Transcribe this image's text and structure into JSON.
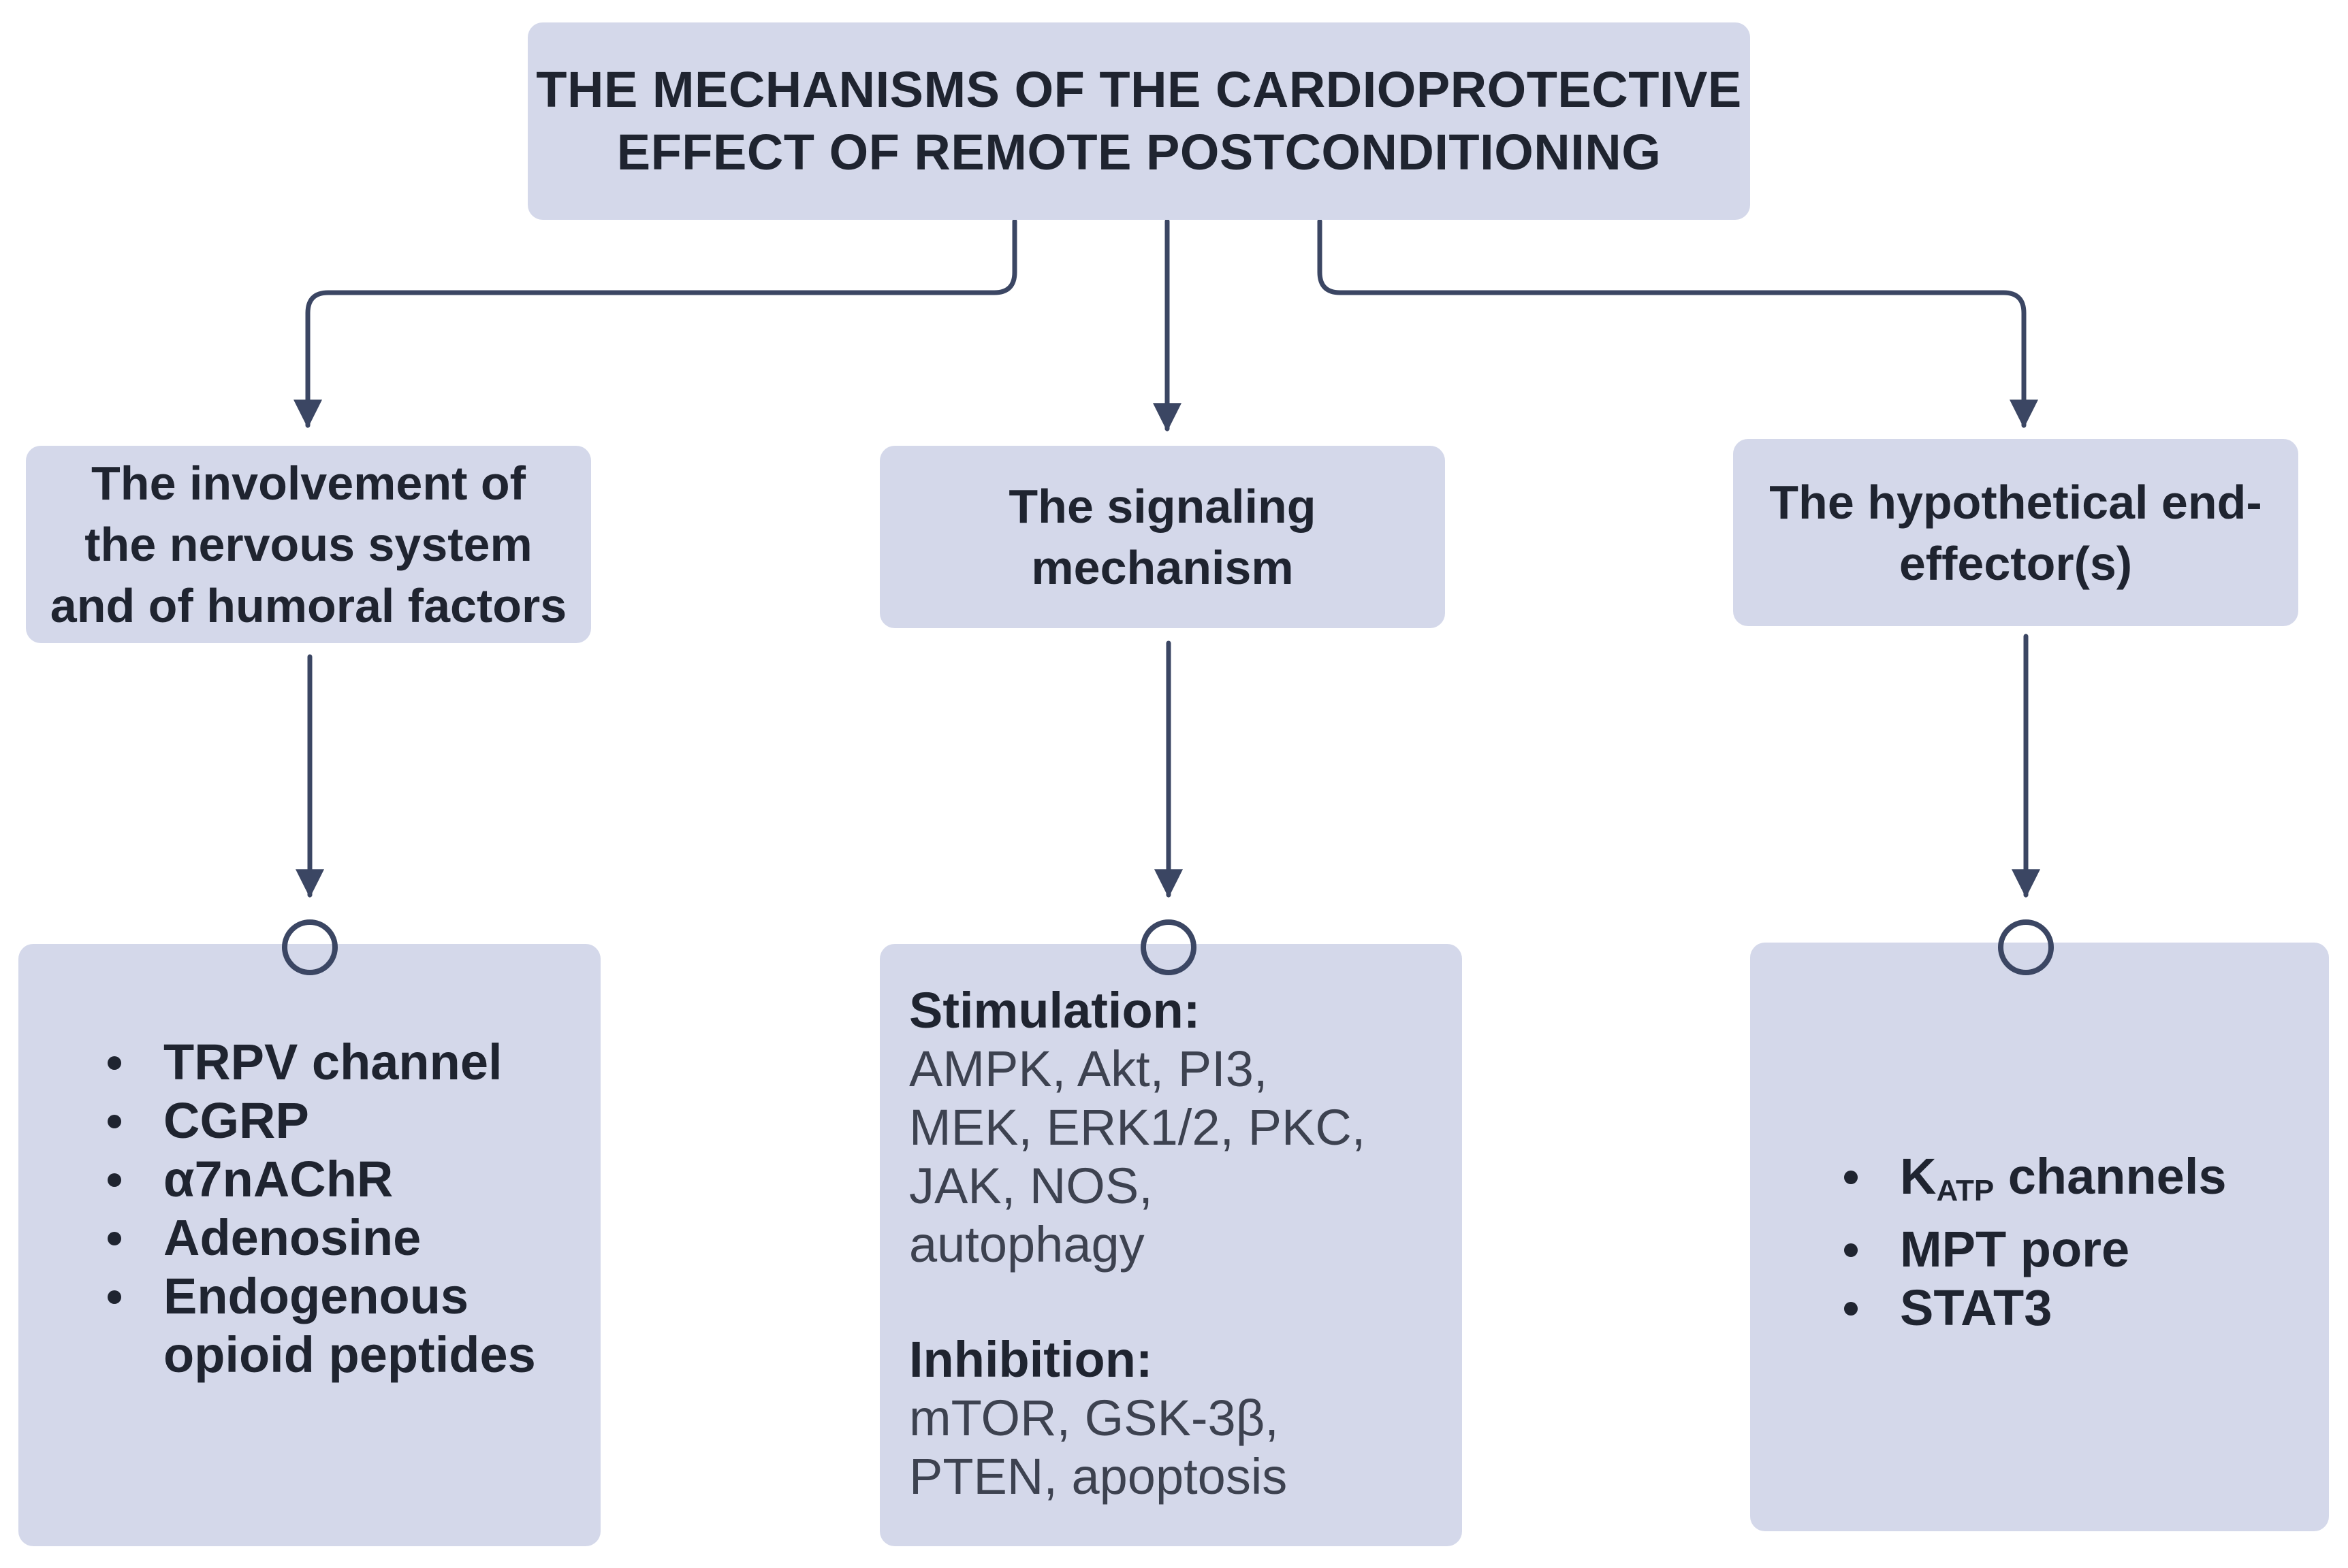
{
  "title": {
    "line1": "THE MECHANISMS OF THE CARDIOPROTECTIVE",
    "line2": "EFFECT OF REMOTE POSTCONDITIONING"
  },
  "branches": [
    {
      "heading": {
        "line1": "The involvement of",
        "line2": "the nervous system",
        "line3": "and of humoral factors"
      },
      "items": [
        "TRPV channel",
        "CGRP",
        "α7nAChR",
        "Adenosine",
        "Endogenous opioid peptides"
      ]
    },
    {
      "heading": {
        "line1": "The signaling",
        "line2": "mechanism"
      },
      "stimulation_label": "Stimulation:",
      "stimulation": [
        "AMPK, Akt, PI3,",
        "MEK, ERK1/2, PKC,",
        "JAK, NOS,",
        "autophagy"
      ],
      "inhibition_label": "Inhibition:",
      "inhibition": [
        "mTOR, GSK-3β,",
        "PTEN, apoptosis"
      ]
    },
    {
      "heading": {
        "line1": "The hypothetical end-",
        "line2": "effector(s)"
      },
      "items": [
        {
          "base": "K",
          "subscript": "ATP",
          "rest": " channels"
        },
        "MPT pore",
        "STAT3"
      ]
    }
  ],
  "colors": {
    "box_fill": "#d4d8ea",
    "connector": "#3b4663",
    "text": "#1f2430"
  }
}
